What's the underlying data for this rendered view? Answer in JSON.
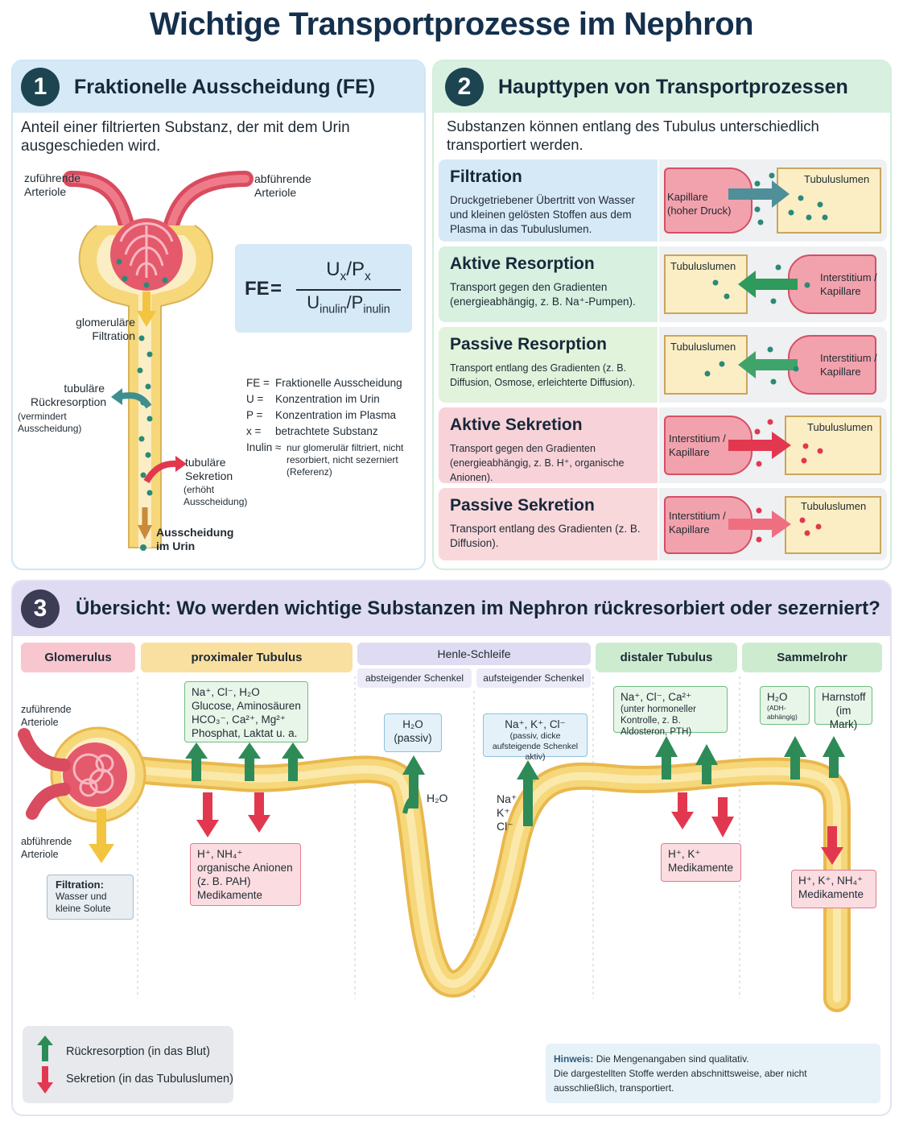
{
  "title": "Wichtige Transportprozesse im Nephron",
  "panel1": {
    "number": "1",
    "title": "Fraktionelle Ausscheidung (FE)",
    "intro": "Anteil einer filtrierten Substanz, der mit dem Urin ausgeschieden wird.",
    "labels": {
      "afferent": "zuführende Arteriole",
      "efferent": "abführende Arteriole",
      "glom_filtration": "glomeruläre Filtration",
      "tub_reabs": "tubuläre Rückresorption",
      "tub_reabs_note": "(vermindert Ausscheidung)",
      "tub_secr": "tubuläre Sekretion",
      "tub_secr_note": "(erhöht Ausscheidung)",
      "excretion": "Ausscheidung im Urin"
    },
    "formula": {
      "lhs": "FE",
      "eq": "=",
      "num_main": "U",
      "num_sub": "x",
      "num_sep": "/",
      "num_main2": "P",
      "num_sub2": "x",
      "den_main": "U",
      "den_sub": "inulin",
      "den_sep": "/",
      "den_main2": "P",
      "den_sub2": "inulin"
    },
    "legend": [
      {
        "k": "FE =",
        "v": "Fraktionelle Ausscheidung"
      },
      {
        "k": "U =",
        "v": "Konzentration im Urin"
      },
      {
        "k": "P =",
        "v": "Konzentration im Plasma"
      },
      {
        "k": "x =",
        "v": "betrachtete Substanz"
      },
      {
        "k": "Inulin ≈",
        "v": "nur glomerulär filtriert, nicht resorbiert, nicht sezerniert (Referenz)"
      }
    ]
  },
  "panel2": {
    "number": "2",
    "title": "Haupttypen von Transportprozessen",
    "intro": "Substanzen können entlang des Tubulus unterschiedlich transportiert werden.",
    "boxes": [
      {
        "title": "Filtration",
        "desc": "Druckgetriebener Übertritt von Wasser und kleinen gelösten Stoffen aus dem Plasma in das Tubuluslumen.",
        "left_label": "Kapillare (hoher Druck)",
        "right_label": "Tubuluslumen"
      },
      {
        "title": "Aktive Resorption",
        "desc": "Transport gegen den Gradienten (energieabhängig, z. B. Na⁺-Pumpen).",
        "left_label": "Tubuluslumen",
        "right_label": "Interstitium / Kapillare"
      },
      {
        "title": "Passive Resorption",
        "desc": "Transport entlang des Gradienten (z. B. Diffusion, Osmose, erleichterte Diffusion).",
        "left_label": "Tubuluslumen",
        "right_label": "Interstitium / Kapillare"
      },
      {
        "title": "Aktive Sekretion",
        "desc": "Transport gegen den Gradienten (energieabhängig, z. B. H⁺, organische Anionen).",
        "left_label": "Interstitium / Kapillare",
        "right_label": "Tubuluslumen"
      },
      {
        "title": "Passive Sekretion",
        "desc": "Transport entlang des Gradienten (z. B. Diffusion).",
        "left_label": "Interstitium / Kapillare",
        "right_label": "Tubuluslumen"
      }
    ]
  },
  "panel3": {
    "number": "3",
    "title": "Übersicht: Wo werden wichtige Substanzen im Nephron rückresorbiert oder sezerniert?",
    "segments": {
      "glomerulus": "Glomerulus",
      "proximal": "proximaler Tubulus",
      "henle": "Henle-Schleife",
      "henle_desc": "absteigender Schenkel",
      "henle_asc": "aufsteigender Schenkel",
      "distal": "distaler Tubulus",
      "sammel": "Sammelrohr"
    },
    "labels": {
      "afferent": "zuführende Arteriole",
      "efferent": "abführende Arteriole",
      "filtration_title": "Filtration:",
      "filtration_text": "Wasser und kleine Solute",
      "prox_reabs": "Na⁺, Cl⁻, H₂O\nGlucose, Aminosäuren\nHCO₃⁻, Ca²⁺, Mg²⁺\nPhosphat, Laktat u. a.",
      "prox_secr": "H⁺, NH₄⁺\norganische Anionen\n(z. B. PAH)\nMedikamente",
      "desc_reabs": "H₂O\n(passiv)",
      "desc_arrow_label": "H₂O",
      "asc_reabs": "Na⁺, K⁺, Cl⁻",
      "asc_note": "(passiv, dicke aufsteigende Schenkel aktiv)",
      "asc_arrow_label": "Na⁺\nK⁺\nCl⁻",
      "dist_reabs": "Na⁺, Cl⁻, Ca²⁺",
      "dist_note": "(unter hormoneller Kontrolle, z. B. Aldosteron, PTH)",
      "dist_secr": "H⁺, K⁺\nMedikamente",
      "samm_h2o": "H₂O",
      "samm_h2o_note": "(ADH-abhängig)",
      "samm_urea": "Harnstoff\n(im Mark)",
      "samm_secr": "H⁺, K⁺, NH₄⁺\nMedikamente"
    },
    "legend": {
      "reabs": "Rückresorption (in das Blut)",
      "secr": "Sekretion (in das Tubuluslumen)"
    },
    "note": {
      "label": "Hinweis:",
      "text1": "Die Mengenangaben sind qualitativ.",
      "text2": "Die dargestellten Stoffe werden abschnittsweise, aber nicht ausschließlich, transportiert."
    }
  },
  "colors": {
    "reabs_green": "#2e8b57",
    "secr_red": "#e2384f",
    "tubule_yellow": "#f6d77a",
    "vessel_red": "#e45a6b"
  }
}
